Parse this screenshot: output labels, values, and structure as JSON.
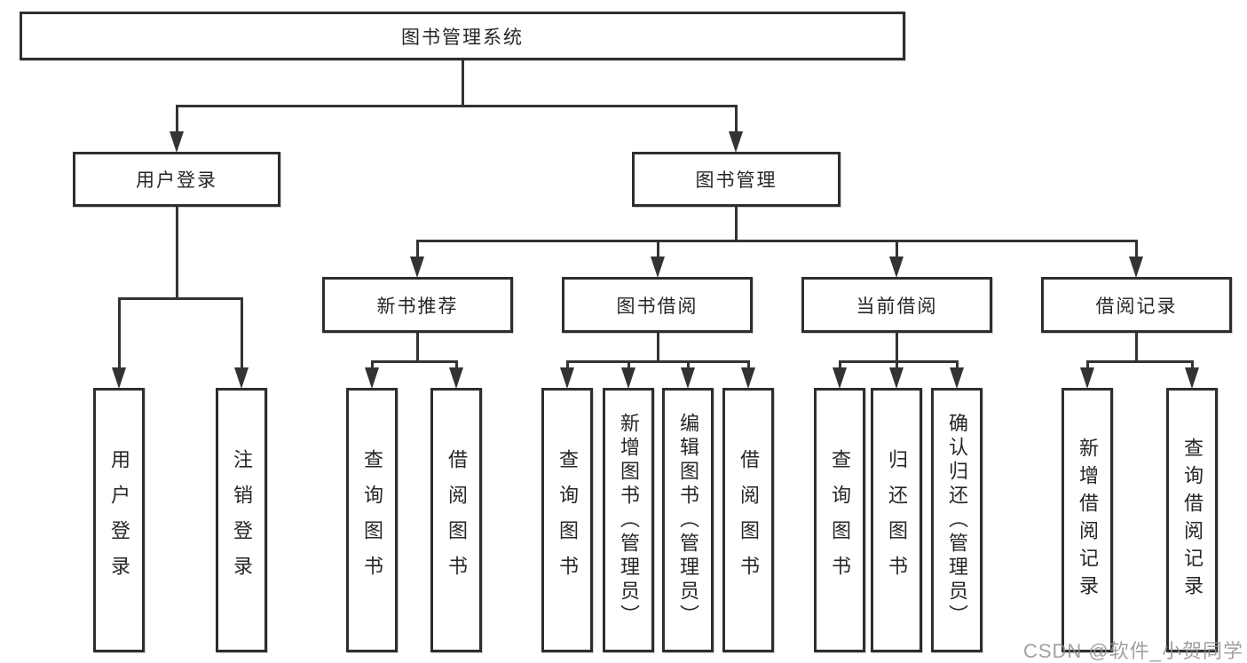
{
  "colors": {
    "background": "#ffffff",
    "line": "#333333",
    "box_border": "#2e2e2e",
    "box_fill": "#ffffff",
    "text": "#262626",
    "watermark": "#919191"
  },
  "watermark": {
    "text": "CSDN @软件_小贺同学"
  },
  "diagram": {
    "title": "图书管理系统",
    "level1": [
      {
        "label": "用户登录"
      },
      {
        "label": "图书管理"
      }
    ],
    "level2": [
      {
        "label": "新书推荐"
      },
      {
        "label": "图书借阅"
      },
      {
        "label": "当前借阅"
      },
      {
        "label": "借阅记录"
      }
    ],
    "leaves": {
      "user_login": [
        "用户登录",
        "注销登录"
      ],
      "new_book": [
        "查询图书",
        "借阅图书"
      ],
      "book_borrow": [
        "查询图书",
        "新增图书（管理员）",
        "编辑图书（管理员）",
        "借阅图书"
      ],
      "current_borrow": [
        "查询图书",
        "归还图书",
        "确认归还（管理员）"
      ],
      "borrow_records": [
        "新增借阅记录",
        "查询借阅记录"
      ]
    }
  }
}
